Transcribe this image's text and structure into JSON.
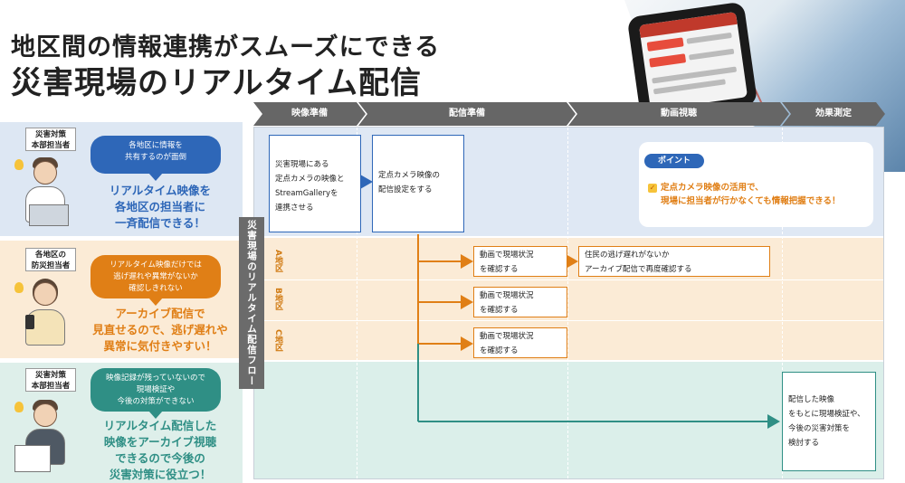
{
  "heading": {
    "line1": "地区間の情報連携がスムーズにできる",
    "line2": "災害現場のリアルタイム配信"
  },
  "personas": [
    {
      "role": "災害対策\n本部担当者",
      "bubble": "各地区に情報を\n共有するのが面倒",
      "message": "リアルタイム映像を\n各地区の担当者に\n一斉配信できる！",
      "color": "#2e67b8"
    },
    {
      "role": "各地区の\n防災担当者",
      "bubble": "リアルタイム映像だけでは\n逃げ遅れや異常がないか\n確認しきれない",
      "message": "アーカイブ配信で\n見直せるので、逃げ遅れや\n異常に気付きやすい！",
      "color": "#e07f16"
    },
    {
      "role": "災害対策\n本部担当者",
      "bubble": "映像記録が残っていないので\n現場検証や\n今後の対策ができない",
      "message": "リアルタイム配信した\n映像をアーカイブ視聴\nできるので今後の\n災害対策に役立つ！",
      "color": "#2f8f85"
    }
  ],
  "flow": {
    "vertical_label": "災害現場のリアルタイム配信フロー",
    "phases": [
      "映像準備",
      "配信準備",
      "動画視聴",
      "効果測定"
    ],
    "districts": [
      "A地区",
      "B地区",
      "C地区"
    ],
    "steps": {
      "prep": "災害現場にある\n定点カメラの映像と\nStreamGalleryを\n連携させる",
      "config": "定点カメラ映像の\n配信設定をする",
      "a_watch": "動画で現場状況\nを確認する",
      "a_archive": "住民の逃げ遅れがないか\nアーカイブ配信で再度確認する",
      "b_watch": "動画で現場状況\nを確認する",
      "c_watch": "動画で現場状況\nを確認する",
      "review": "配信した映像\nをもとに現場検証や、\n今後の災害対策を\n検討する"
    },
    "point": {
      "label": "ポイント",
      "text": "定点カメラ映像の活用で、\n現場に担当者が行かなくても情報把握できる！"
    }
  },
  "colors": {
    "blue": "#2e67b8",
    "orange": "#e07f16",
    "green": "#2f8f85",
    "phase_gray": "#666666"
  }
}
